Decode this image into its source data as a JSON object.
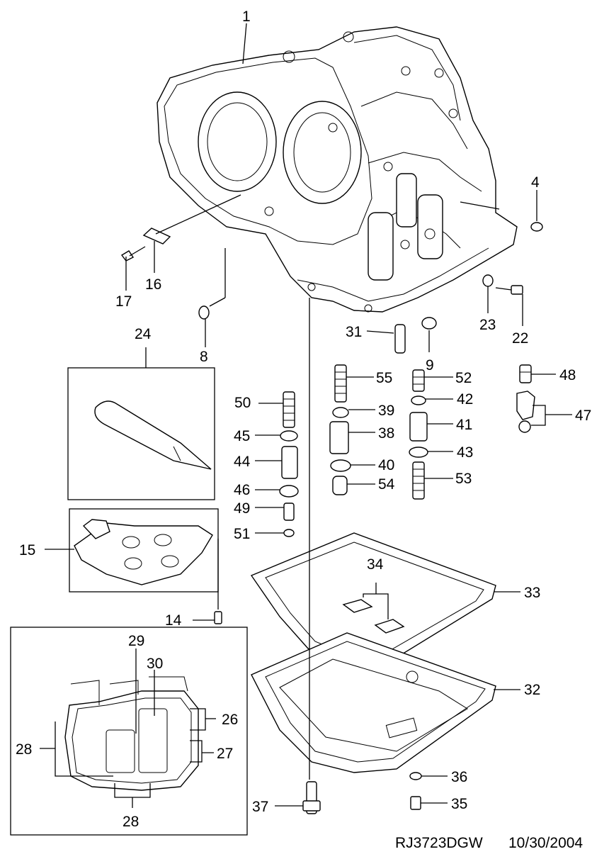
{
  "footer": {
    "drawing_code": "RJ3723DGW",
    "date": "10/30/2004"
  },
  "callouts": {
    "c1": "1",
    "c4": "4",
    "c8": "8",
    "c9": "9",
    "c14": "14",
    "c15": "15",
    "c16": "16",
    "c17": "17",
    "c22": "22",
    "c23": "23",
    "c24": "24",
    "c26": "26",
    "c27": "27",
    "c28a": "28",
    "c28b": "28",
    "c29": "29",
    "c30": "30",
    "c31": "31",
    "c32": "32",
    "c33": "33",
    "c34": "34",
    "c35": "35",
    "c36": "36",
    "c37": "37",
    "c38": "38",
    "c39": "39",
    "c40": "40",
    "c41": "41",
    "c42": "42",
    "c43": "43",
    "c44": "44",
    "c45": "45",
    "c46": "46",
    "c47": "47",
    "c48": "48",
    "c49": "49",
    "c50": "50",
    "c51": "51",
    "c52": "52",
    "c53": "53",
    "c54": "54",
    "c55": "55"
  }
}
